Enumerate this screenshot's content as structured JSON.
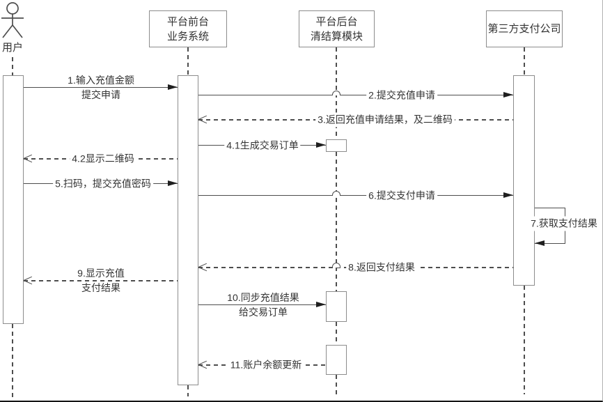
{
  "diagram": {
    "kind": "uml-sequence-diagram",
    "participants": [
      {
        "id": "user",
        "type": "actor",
        "lines": [
          "用户"
        ]
      },
      {
        "id": "frontend",
        "type": "object",
        "lines": [
          "平台前台",
          "业务系统"
        ]
      },
      {
        "id": "backend",
        "type": "object",
        "lines": [
          "平台后台",
          "清结算模块"
        ]
      },
      {
        "id": "third_party",
        "type": "object",
        "lines": [
          "第三方支付公司"
        ]
      }
    ],
    "messages": [
      {
        "seq": "1",
        "lines": [
          "1.输入充值金额",
          "提交申请"
        ],
        "from": "user",
        "to": "frontend",
        "line_style": "solid",
        "arrow": "filled"
      },
      {
        "seq": "2",
        "lines": [
          "2.提交充值申请"
        ],
        "from": "frontend",
        "to": "third_party",
        "line_style": "solid",
        "arrow": "filled"
      },
      {
        "seq": "3",
        "lines": [
          "3.返回充值申请结果，及二维码"
        ],
        "from": "third_party",
        "to": "frontend",
        "line_style": "dashed",
        "arrow": "open"
      },
      {
        "seq": "4.1",
        "lines": [
          "4.1生成交易订单"
        ],
        "from": "frontend",
        "to": "backend",
        "line_style": "solid",
        "arrow": "filled"
      },
      {
        "seq": "4.2",
        "lines": [
          "4.2显示二维码"
        ],
        "from": "frontend",
        "to": "user",
        "line_style": "dashed",
        "arrow": "open"
      },
      {
        "seq": "5",
        "lines": [
          "5.扫码，提交充值密码"
        ],
        "from": "user",
        "to": "frontend",
        "line_style": "solid",
        "arrow": "filled"
      },
      {
        "seq": "6",
        "lines": [
          "6.提交支付申请"
        ],
        "from": "frontend",
        "to": "third_party",
        "line_style": "solid",
        "arrow": "filled"
      },
      {
        "seq": "7",
        "lines": [
          "7.获取支付结果"
        ],
        "from": "third_party",
        "to": "third_party",
        "line_style": "solid",
        "arrow": "filled",
        "self_message": true
      },
      {
        "seq": "8",
        "lines": [
          "8.返回支付结果"
        ],
        "from": "third_party",
        "to": "frontend",
        "line_style": "dashed",
        "arrow": "open"
      },
      {
        "seq": "9",
        "lines": [
          "9.显示充值",
          "支付结果"
        ],
        "from": "frontend",
        "to": "user",
        "line_style": "dashed",
        "arrow": "open"
      },
      {
        "seq": "10",
        "lines": [
          "10.同步充值结果",
          "给交易订单"
        ],
        "from": "frontend",
        "to": "backend",
        "line_style": "solid",
        "arrow": "filled"
      },
      {
        "seq": "11",
        "lines": [
          "11.账户余额更新"
        ],
        "from": "backend",
        "to": "frontend",
        "line_style": "dashed",
        "arrow": "open"
      }
    ],
    "colors": {
      "line": "#4d4d4d",
      "box_border": "#8c8c8c",
      "text": "#333333",
      "background": "#ffffff"
    }
  }
}
